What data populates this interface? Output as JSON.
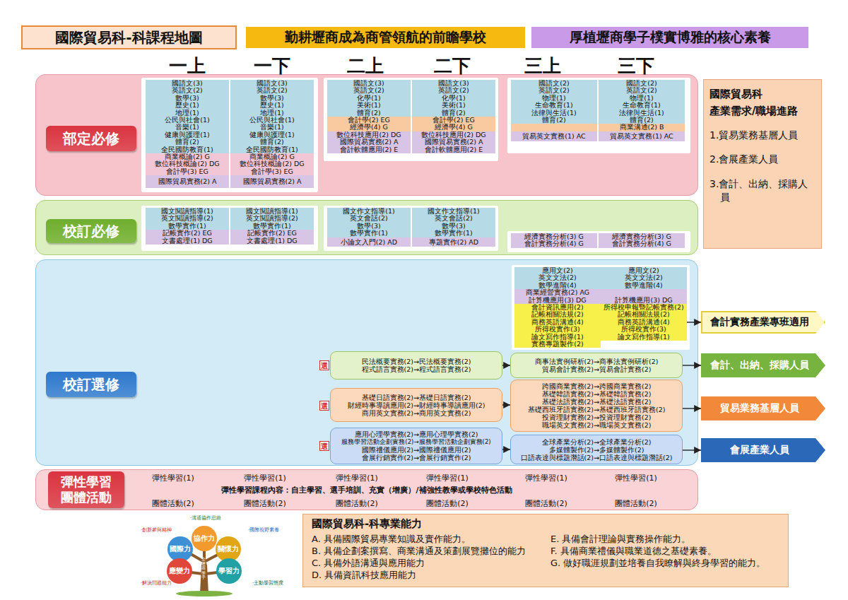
{
  "diagram": {
    "title": "國際貿易科-科課程地圖",
    "nodes": [
      {
        "text": [
          "國際貿易科-科課程地圖"
        ]
      },
      {
        "text": [
          "勤耕壢商成為商管領航的前瞻學校"
        ]
      },
      {
        "text": [
          "厚植壢商學子樸實博雅的核心素養"
        ]
      },
      {
        "text": [
          "部定必修"
        ]
      },
      {
        "text": [
          "國語文(3)",
          "英語文(2)",
          "數學(3)",
          "歷史(1)",
          "地理(1)",
          "公民與社會(1)",
          "音樂(1)",
          "健康與護理(1)",
          "體育(2)",
          "全民國防教育(1)",
          "商業概論(2) G",
          "數位科技概論(2) DG",
          "會計學(3) EG",
          "國際貿易實務(2) A"
        ],
        "in": 3
      },
      {
        "text": [
          "國語文(3)",
          "英語文(2)",
          "數學(3)",
          "歷史(1)",
          "地理(1)",
          "公民與社會(1)",
          "音樂(1)",
          "健康與護理(1)",
          "體育(2)",
          "全民國防教育(1)",
          "商業概論(2) G",
          "數位科技概論(2) DG",
          "會計學(3) EG",
          "國際貿易實務(2) A"
        ],
        "in": 3
      },
      {
        "text": [
          "國語文(3)",
          "英語文(2)",
          "化學(1)",
          "美術(1)",
          "體育(2)",
          "會計學(2) EG",
          "經濟學(4) G",
          "數位科技應用(2) DG",
          "國際貿易實務(2) A",
          "會計軟體應用(2) E"
        ],
        "in": 3
      },
      {
        "text": [
          "國語文(3)",
          "英語文(2)",
          "化學(1)",
          "美術(1)",
          "體育(2)",
          "會計學(2) EG",
          "經濟學(4) G",
          "數位科技應用(2) DG",
          "國際貿易實務(2) A",
          "會計軟體應用(2) E"
        ],
        "in": 3
      },
      {
        "text": [
          "國語文(2)",
          "英語文(2)",
          "物理(1)",
          "生命教育(1)",
          "法律與生活(1)",
          "體育(2)",
          "貿易英文實務(1) AC"
        ],
        "in": 3
      },
      {
        "text": [
          "國語文(2)",
          "英語文(2)",
          "物理(1)",
          "生命教育(1)",
          "法律與生活(1)",
          "體育(2)",
          "商業溝通(2) B",
          "貿易英文實務(1) AC"
        ],
        "in": 3
      },
      {
        "text": [
          "國際貿易科",
          "產業需求/職場進路",
          "1.貿易業務基層人員",
          "2.會展產業人員",
          "3.會計、出納、採購人員"
        ]
      },
      {
        "text": [
          "校訂必修"
        ]
      },
      {
        "text": [
          "國文閱讀指導(1)",
          "英文閱讀指導(2)",
          "數學實作(1)",
          "記帳實作(2) EG",
          "文書處理(1) DG"
        ],
        "in": 11
      },
      {
        "text": [
          "國文閱讀指導(1)",
          "英文閱讀指導(2)",
          "數學實作(1)",
          "記帳實作(2) EG",
          "文書處理(1) DG"
        ],
        "in": 11
      },
      {
        "text": [
          "國文作文指導(1)",
          "英文會話(2)",
          "數學(3)",
          "數學實作(1)",
          "小論文入門(2) AD"
        ],
        "in": 11
      },
      {
        "text": [
          "國文作文指導(1)",
          "英文會話(2)",
          "數學(3)",
          "數學實作(1)",
          "專題實作(2) AD"
        ],
        "in": 11
      },
      {
        "text": [
          "經濟實務分析(3) G",
          "會計實務分析(4) G"
        ],
        "in": 11
      },
      {
        "text": [
          "經濟實務分析(3) G",
          "會計實務分析(4) G"
        ],
        "in": 11
      },
      {
        "text": [
          "校訂選修"
        ]
      },
      {
        "text": [
          "應用文(2)",
          "英文文法(2)",
          "數學進階(4)",
          "商業經營實務(2) AG",
          "計算機應用(3) DG",
          "會計資訊應用(2)",
          "記帳相關法規(2)",
          "商務英語溝通(4)",
          "所得稅實作(3)",
          "論文寫作指導(1)",
          "實務專題製作(2)"
        ],
        "in": 18
      },
      {
        "text": [
          "應用文(2)",
          "英文文法(2)",
          "數學進階(4)",
          "計算機應用(3) DG",
          "所得稅申報暨記帳實務(2)",
          "記帳相關法規(2)",
          "商務英語溝通(4)",
          "所得稅實作(3)",
          "論文寫作指導(1)"
        ],
        "in": 18
      },
      {
        "text": [
          "會計實務產業專班適用"
        ]
      },
      {
        "text": [
          "民法概要實務(2)→民法概要實務(2)",
          "程式語言實務(2)→程式語言實務(2)"
        ],
        "in": 18
      },
      {
        "text": [
          "商事法實例研析(2)→商事法實例研析(2)",
          "貿易會計實務(2)→貿易會計實務(2)"
        ],
        "in": 18
      },
      {
        "text": [
          "會計、出納、採購人員"
        ]
      },
      {
        "text": [
          "基礎日語實務(2)→基礎日語實務(2)",
          "財經時事導讀應用(2)→財經時事導讀應用(2)",
          "商用英文實務(2)→商用英文實務(2)"
        ],
        "in": 18
      },
      {
        "text": [
          "跨國商業實務(2)→跨國商業實務(2)",
          "基礎韓語實務(2)→基礎韓語實務(2)",
          "基礎法語實務(2)→基礎法語實務(2)",
          "基礎西班牙語實務(2)→基礎西班牙語實務(2)",
          "投資理財實務(2)→投資理財實務(2)",
          "職場英文實務(2)→職場英文實務(2)"
        ],
        "in": 18
      },
      {
        "text": [
          "貿易業務基層人員"
        ]
      },
      {
        "text": [
          "應用心理學實務(2)→應用心理學實務(2)",
          "服務學習活動企劃實務(2)→服務學習活動企劃實務(2)",
          "國際禮儀應用(2)→國際禮儀應用(2)",
          "會展行銷實作(2)→會展行銷實作(2)"
        ],
        "in": 18
      },
      {
        "text": [
          "全球產業分析(2)→全球產業分析(2)",
          "多媒體製作(2)→多媒體製作(2)",
          "口語表達與標題潛話(2)→口語表達與標題潛話(2)"
        ],
        "in": 18
      },
      {
        "text": [
          "會展產業人員"
        ]
      },
      {
        "text": [
          "彈性學習 團體活動"
        ]
      },
      {
        "text": [
          "協作力"
        ]
      },
      {
        "text": [
          "國際力"
        ]
      },
      {
        "text": [
          "關懷力"
        ]
      },
      {
        "text": [
          "應變力"
        ]
      },
      {
        "text": [
          "學習力"
        ]
      },
      {
        "text": [
          "國際貿易科-科專業能力",
          "A. 具備國際貿易專業知識及實作能力。",
          "B. 具備企劃案撰寫、商業溝通及策劃展覽攤位的能力",
          "C. 具備外語溝通與應用能力",
          "D. 具備資訊科技應用能力",
          "E. 具備會計理論與實務操作能力。",
          "F. 具備商業禮儀與職業道德之基礎素養。",
          "G. 做好職涯規劃並培養自我瞭解與終身學習的能力。"
        ]
      }
    ],
    "edges": [
      {
        "from": 20,
        "to": 21,
        "arrow": "to"
      },
      {
        "from": 22,
        "to": 23,
        "arrow": "to"
      },
      {
        "from": 23,
        "to": 24,
        "arrow": "to"
      },
      {
        "from": 25,
        "to": 26,
        "arrow": "to"
      },
      {
        "from": 26,
        "to": 27,
        "arrow": "to"
      },
      {
        "from": 28,
        "to": 29,
        "arrow": "to"
      },
      {
        "from": 29,
        "to": 30,
        "arrow": "to"
      }
    ],
    "labels": [
      "一上",
      "一下",
      "二上",
      "二下",
      "三上",
      "三下",
      "選",
      "選",
      "選",
      "彈性學習(1)",
      "彈性學習(1)",
      "彈性學習(1)",
      "彈性學習(1)",
      "彈性學習(1)",
      "彈性學習(1)",
      "彈性學習課程內容：自主學習、選手培訓、充實（增廣）/補強性教學或學校特色活動",
      "團體活動(2)",
      "團體活動(2)",
      "團體活動(2)",
      "團體活動(2)",
      "團體活動(2)",
      "團體活動(2)",
      "·溝通協作思維",
      "·創新參與精神",
      "·國際視野素養",
      "·解決問題能力",
      "·主動學習態度",
      "全壢商學子"
    ]
  }
}
